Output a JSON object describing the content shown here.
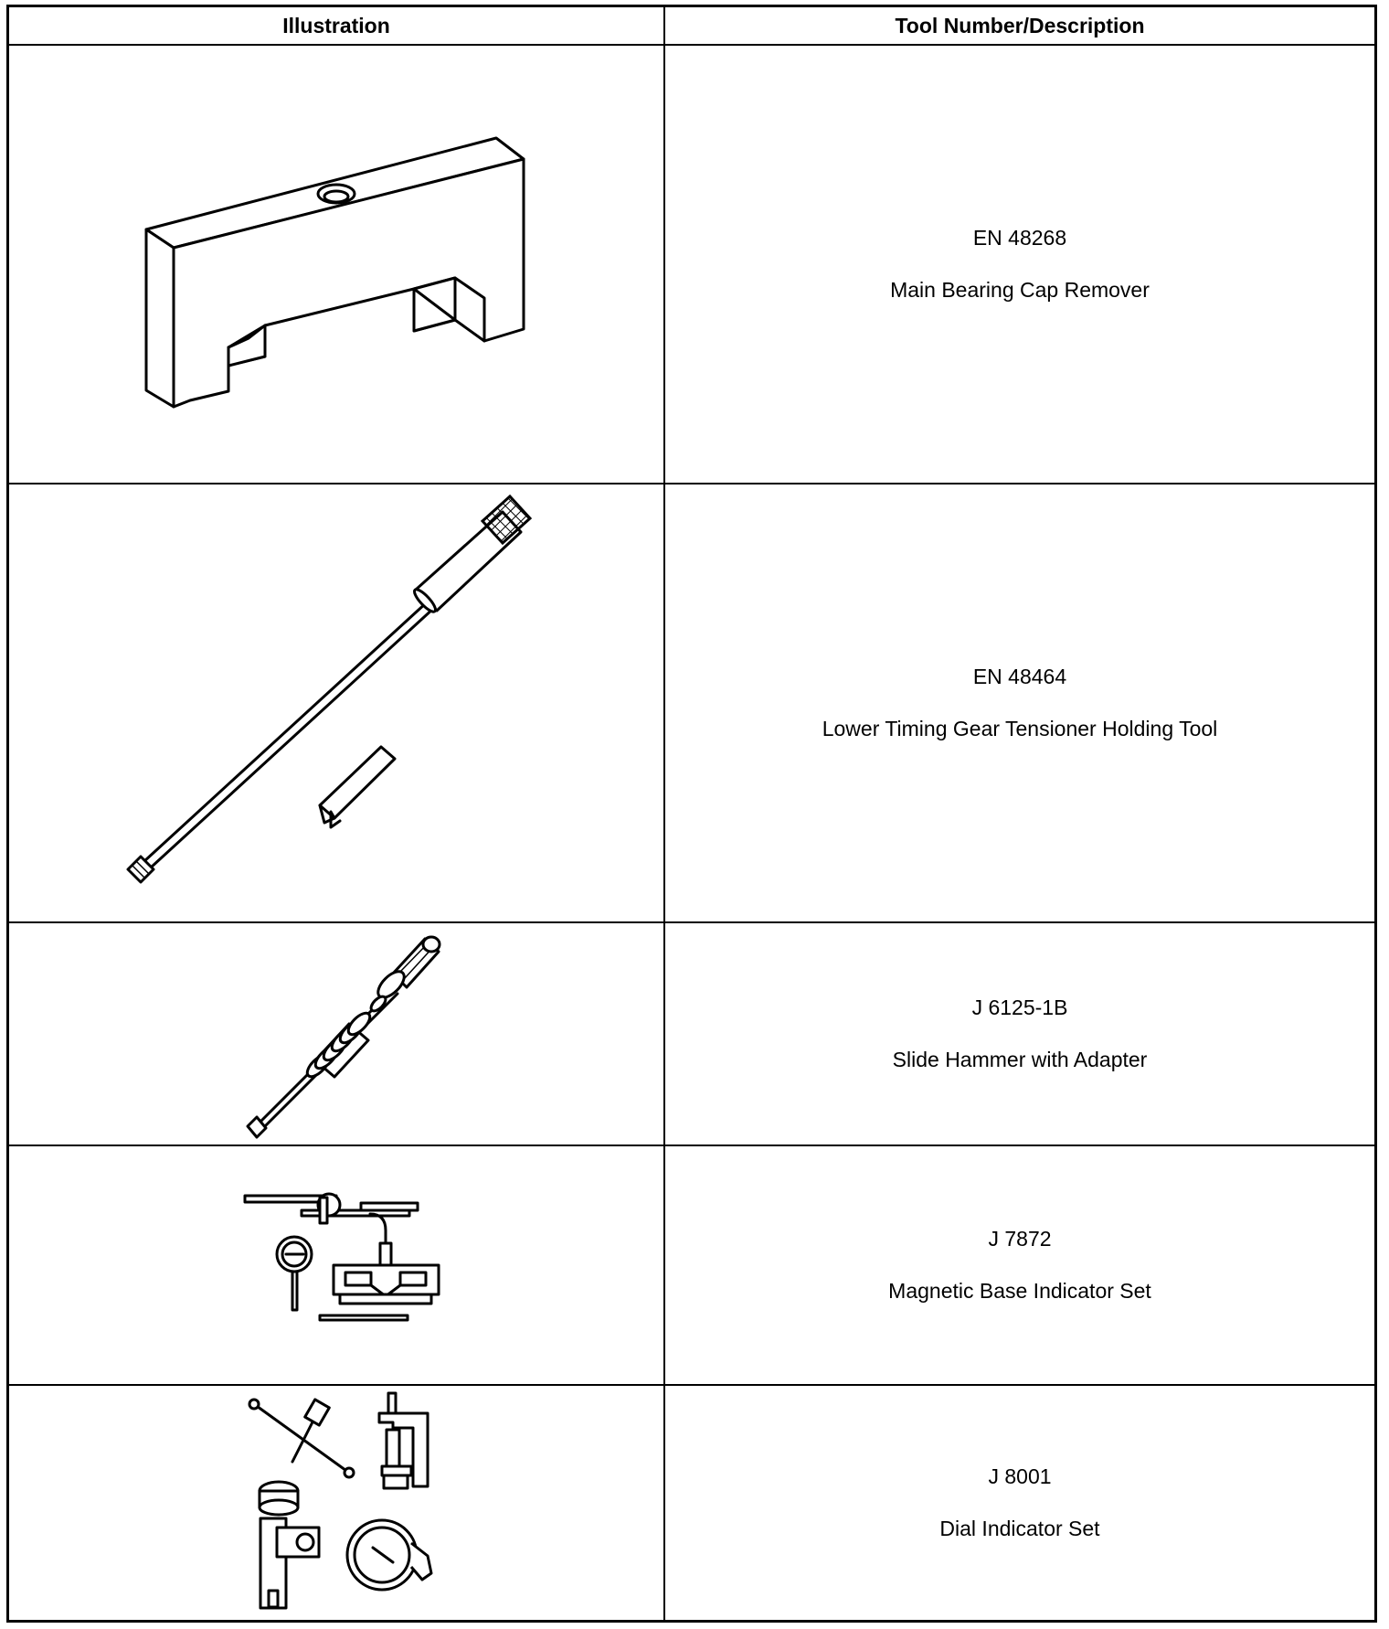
{
  "table": {
    "headers": {
      "illustration": "Illustration",
      "tool": "Tool Number/Description"
    },
    "rows": [
      {
        "number": "EN 48268",
        "description": "Main Bearing Cap Remover"
      },
      {
        "number": "EN 48464",
        "description": "Lower Timing Gear Tensioner Holding Tool"
      },
      {
        "number": "J 6125-1B",
        "description": "Slide Hammer with Adapter"
      },
      {
        "number": "J 7872",
        "description": "Magnetic Base Indicator Set"
      },
      {
        "number": "J 8001",
        "description": "Dial Indicator Set"
      }
    ]
  }
}
